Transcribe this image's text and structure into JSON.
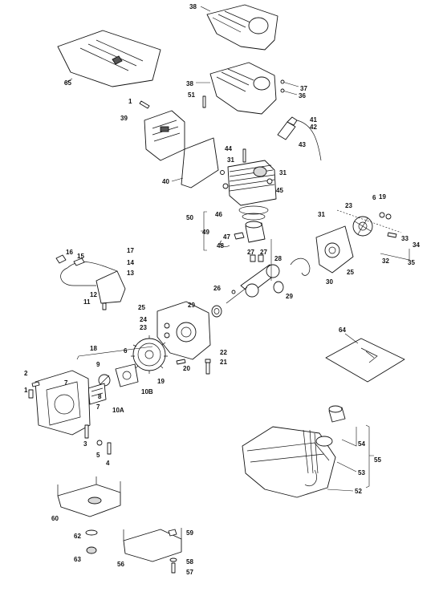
{
  "labels": [
    "1",
    "2",
    "3",
    "4",
    "5",
    "6",
    "7",
    "8",
    "9",
    "10A",
    "10B",
    "11",
    "12",
    "13",
    "14",
    "15",
    "16",
    "17",
    "18",
    "19",
    "20",
    "21",
    "22",
    "23",
    "24",
    "25",
    "26",
    "27",
    "28",
    "29",
    "30",
    "31",
    "32",
    "33",
    "34",
    "35",
    "36",
    "37",
    "38",
    "39",
    "40",
    "41",
    "42",
    "43",
    "44",
    "45",
    "46",
    "47",
    "48",
    "49",
    "50",
    "51",
    "52",
    "53",
    "54",
    "55",
    "56",
    "57",
    "58",
    "59",
    "60",
    "62",
    "63",
    "64",
    "65"
  ]
}
